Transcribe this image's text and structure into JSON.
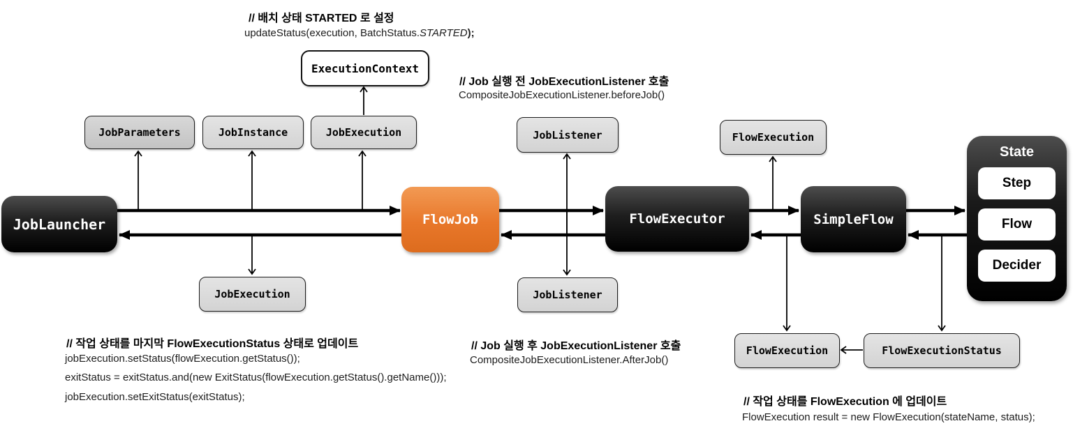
{
  "colors": {
    "accent_orange": "#E8772A",
    "node_black": "#111111",
    "box_gray": "#D9D9D9"
  },
  "nodes": {
    "job_launcher": {
      "label": "JobLauncher"
    },
    "flow_job": {
      "label": "FlowJob"
    },
    "flow_executor": {
      "label": "FlowExecutor"
    },
    "simple_flow": {
      "label": "SimpleFlow"
    },
    "state": {
      "label": "State",
      "children": [
        "Step",
        "Flow",
        "Decider"
      ]
    }
  },
  "boxes": {
    "execution_context": "ExecutionContext",
    "job_parameters": "JobParameters",
    "job_instance": "JobInstance",
    "job_execution_top": "JobExecution",
    "job_listener_top": "JobListener",
    "flow_execution_top": "FlowExecution",
    "job_execution_bottom": "JobExecution",
    "job_listener_bottom": "JobListener",
    "flow_execution_bottom": "FlowExecution",
    "flow_execution_status": "FlowExecutionStatus"
  },
  "annotations": {
    "top": {
      "title": "// 배치 상태 STARTED 로 설정",
      "code_prefix": "updateStatus(execution, BatchStatus.",
      "code_italic": "STARTED",
      "code_suffix": ");"
    },
    "before_job": {
      "title": "// Job 실행 전 JobExecutionListener 호출",
      "code": "CompositeJobExecutionListener.beforeJob()"
    },
    "bottom_left": {
      "title": "// 작업 상태를 마지막 FlowExecutionStatus 상태로 업데이트",
      "code_lines": [
        "jobExecution.setStatus(flowExecution.getStatus());",
        "exitStatus = exitStatus.and(new ExitStatus(flowExecution.getStatus().getName()));",
        "jobExecution.setExitStatus(exitStatus);"
      ]
    },
    "after_job": {
      "title": "// Job 실행 후 JobExecutionListener 호출",
      "code": "CompositeJobExecutionListener.AfterJob()"
    },
    "bottom_right": {
      "title": "// 작업 상태를 FlowExecution 에 업데이트",
      "code": "FlowExecution result = new FlowExecution(stateName, status);"
    }
  }
}
